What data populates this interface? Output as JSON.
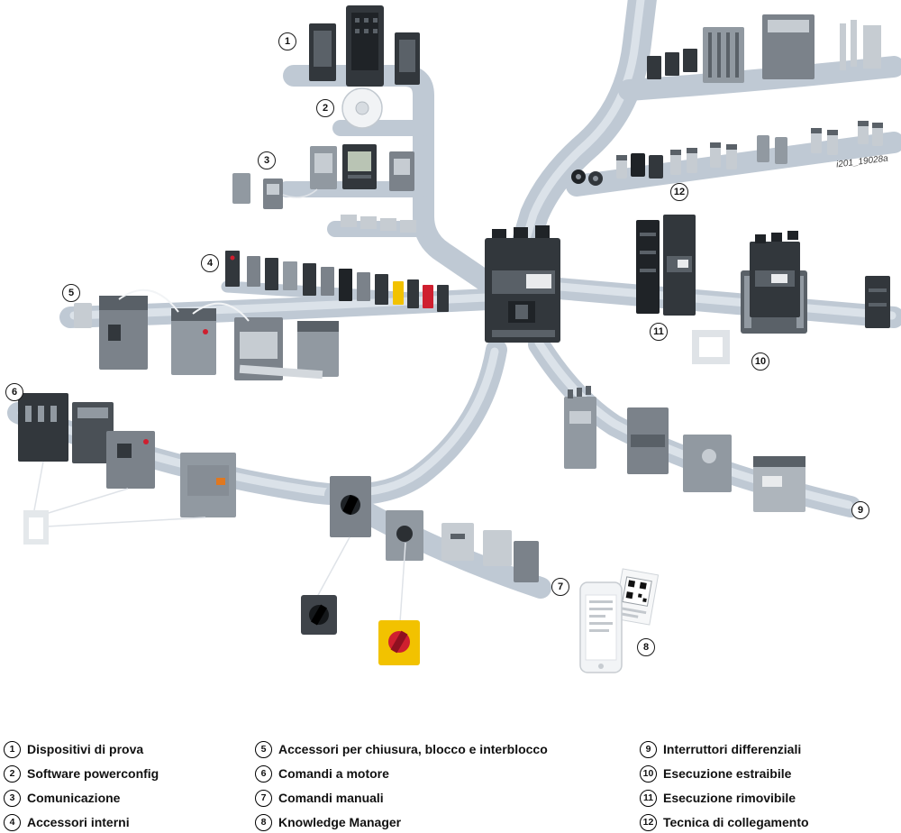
{
  "diagram": {
    "watermark": "i201_19028a",
    "callouts": [
      "1",
      "2",
      "3",
      "4",
      "5",
      "6",
      "7",
      "8",
      "9",
      "10",
      "11",
      "12"
    ]
  },
  "legend": {
    "items": [
      {
        "n": "1",
        "label": "Dispositivi di prova"
      },
      {
        "n": "2",
        "label": "Software powerconfig"
      },
      {
        "n": "3",
        "label": "Comunicazione"
      },
      {
        "n": "4",
        "label": "Accessori interni"
      },
      {
        "n": "5",
        "label": "Accessori per chiusura, blocco e interblocco"
      },
      {
        "n": "6",
        "label": "Comandi a motore"
      },
      {
        "n": "7",
        "label": "Comandi manuali"
      },
      {
        "n": "8",
        "label": "Knowledge Manager"
      },
      {
        "n": "9",
        "label": "Interruttori differenziali"
      },
      {
        "n": "10",
        "label": "Esecuzione estraibile"
      },
      {
        "n": "11",
        "label": "Esecuzione rimovibile"
      },
      {
        "n": "12",
        "label": "Tecnica di collegamento"
      }
    ]
  },
  "colors": {
    "rail": "#bfc9d4",
    "device_dark": "#32373c",
    "device_gray": "#7b828a",
    "accent_yellow": "#f2c200",
    "accent_red": "#cf1f2f"
  }
}
